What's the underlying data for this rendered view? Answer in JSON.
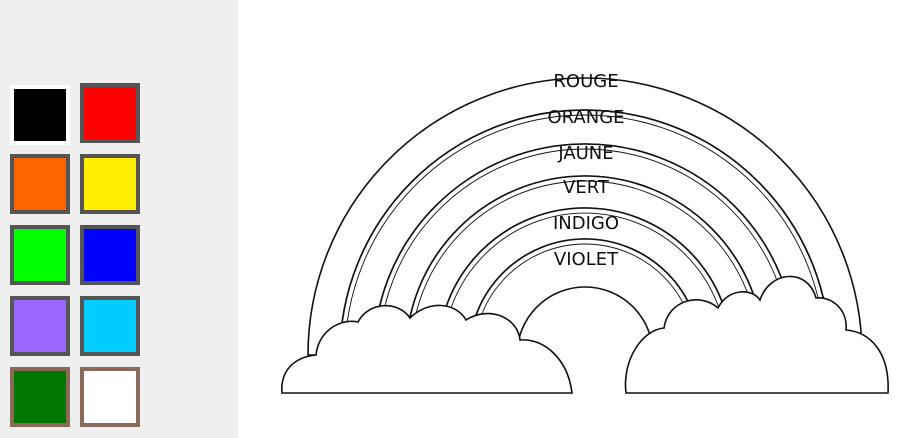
{
  "palette": {
    "swatches": [
      {
        "name": "black",
        "color": "#000000",
        "selected": true
      },
      {
        "name": "red",
        "color": "#ff0000"
      },
      {
        "name": "orange",
        "color": "#ff6600"
      },
      {
        "name": "yellow",
        "color": "#ffee00"
      },
      {
        "name": "green",
        "color": "#00ff00"
      },
      {
        "name": "blue",
        "color": "#0000ff"
      },
      {
        "name": "purple",
        "color": "#9966ff"
      },
      {
        "name": "cyan",
        "color": "#00ccff"
      },
      {
        "name": "dark-green",
        "color": "#007700"
      },
      {
        "name": "white",
        "color": "#ffffff"
      }
    ]
  },
  "rainbow": {
    "bands": [
      {
        "label": "ROUGE"
      },
      {
        "label": "ORANGE"
      },
      {
        "label": "JAUNE"
      },
      {
        "label": "VERT"
      },
      {
        "label": "INDIGO"
      },
      {
        "label": "VIOLET"
      }
    ]
  }
}
